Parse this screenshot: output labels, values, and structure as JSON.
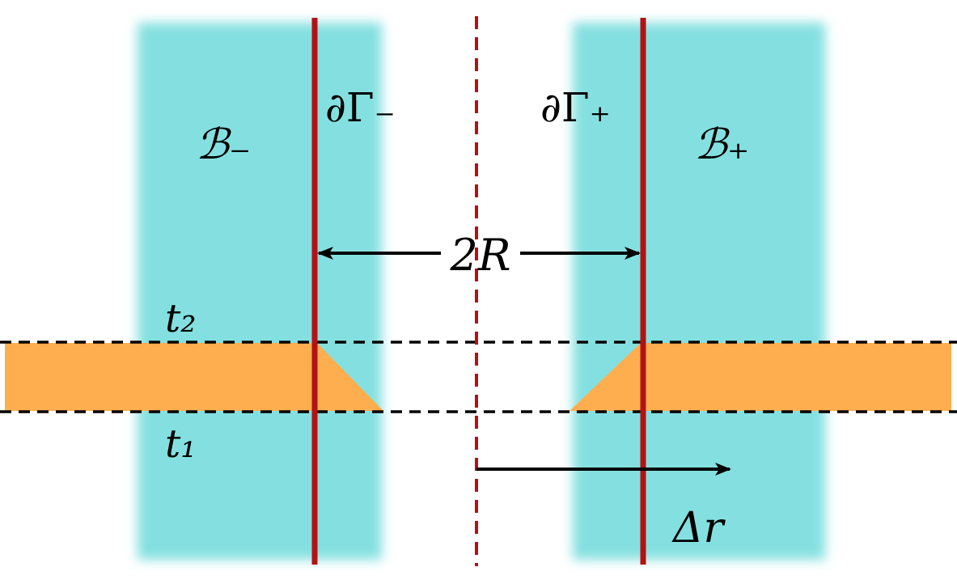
{
  "colors": {
    "bulk": "#84e0e0",
    "strip": "#ffae4f",
    "boundary": "#b31214",
    "line": "#000000",
    "background": "#ffffff"
  },
  "labels": {
    "bulk_left": "ℬ₋",
    "bulk_right": "ℬ₊",
    "boundary_left": "∂Γ₋",
    "boundary_right": "∂Γ₊",
    "separation": "2R",
    "time_upper": "t₂",
    "time_lower": "t₁",
    "shift": "Δr"
  }
}
